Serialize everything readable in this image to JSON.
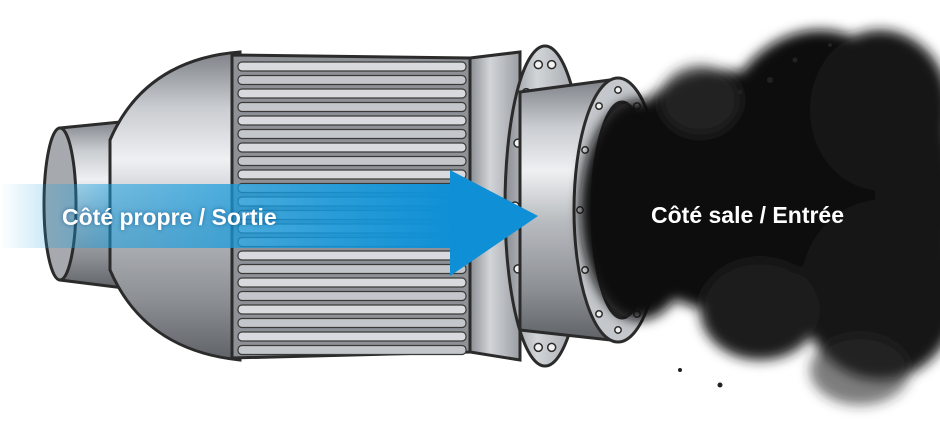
{
  "labels": {
    "clean_side": "Côté propre / Sortie",
    "dirty_side": "Côté sale / Entrée"
  },
  "colors": {
    "flow_arrow": "#1ba1e2",
    "housing_metal": "#b9bcc0",
    "outline": "#2b2b2b",
    "smoke": "#0d0d0d",
    "label_text": "#ffffff"
  },
  "icons": [
    "filter-cartridge",
    "flow-arrow",
    "smoke-cloud",
    "flange"
  ]
}
